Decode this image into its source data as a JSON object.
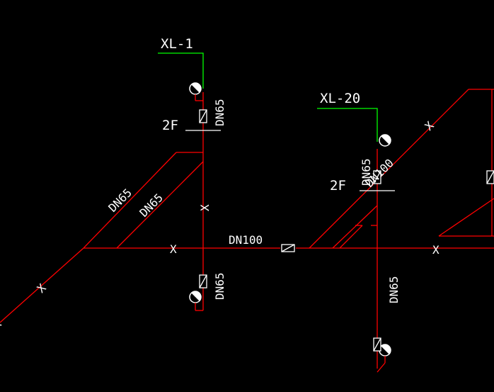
{
  "colors": {
    "background": "#000000",
    "pipe": "#ff0000",
    "riser_tag": "#00ff00",
    "text": "#ffffff",
    "valve_fill": "#ffffff"
  },
  "labels": {
    "riser_1": "XL-1",
    "riser_20": "XL-20",
    "floor_left": "2F",
    "floor_right": "2F",
    "dn65_riser1_upper": "DN65",
    "dn65_riser1_lower": "DN65",
    "dn65_diag_outer": "DN65",
    "dn65_diag_inner": "DN65",
    "dn100_main": "DN100",
    "dn100_riser20": "DN100",
    "dn65_riser20_upper": "DN65",
    "dn65_riser20_lower": "DN65",
    "x_marks": [
      "X",
      "X",
      "X",
      "X",
      "X",
      "X"
    ]
  },
  "icons": {
    "valve": "gate-valve-icon",
    "hydrant": "fire-hydrant-icon"
  }
}
